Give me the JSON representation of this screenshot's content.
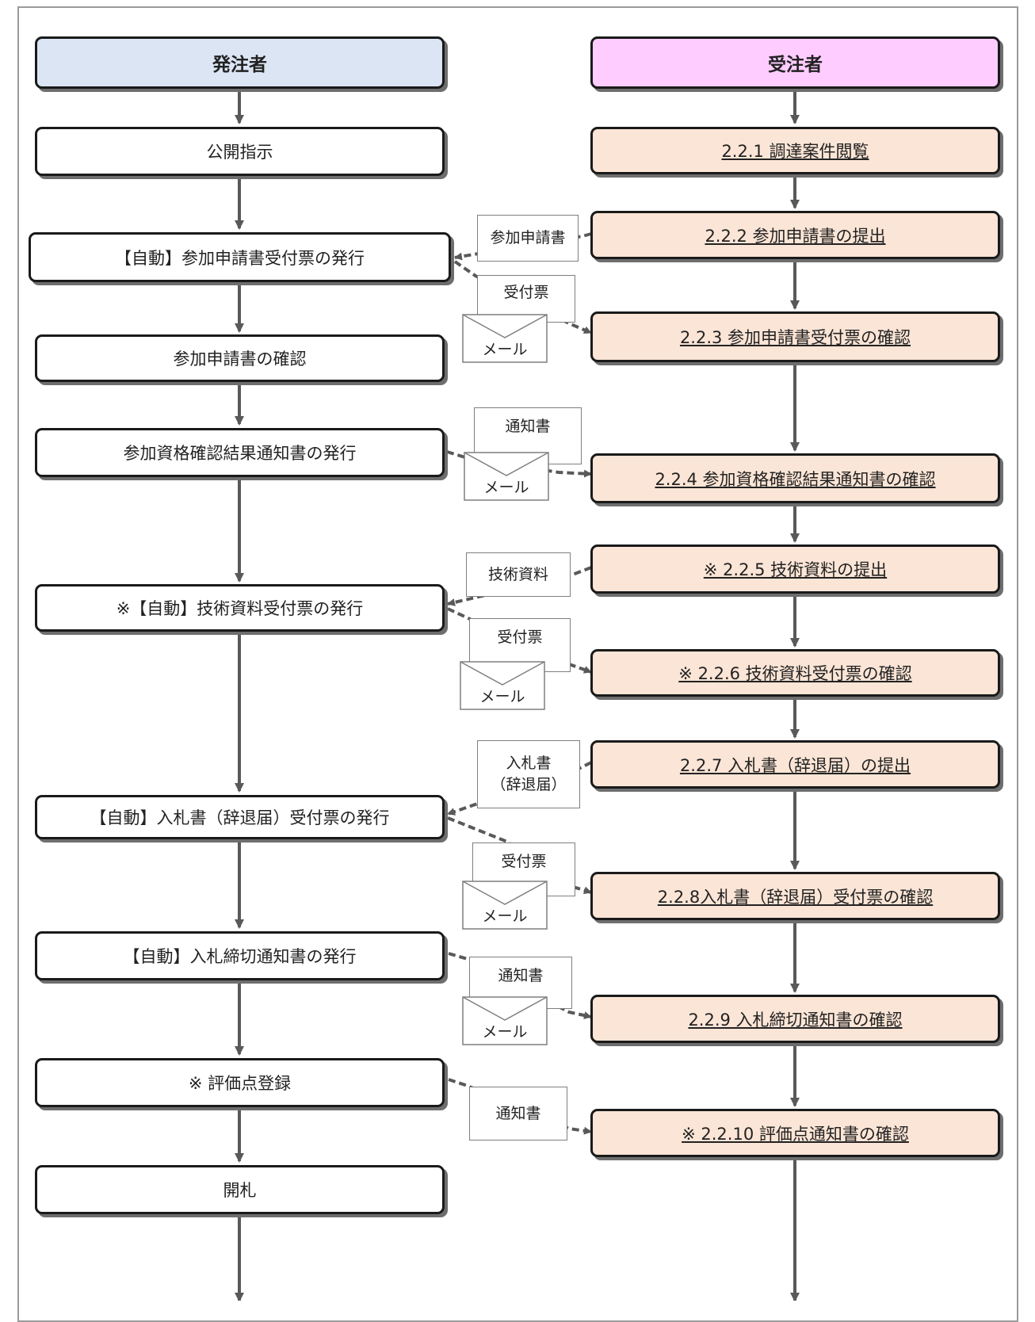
{
  "headers": {
    "left": "発注者",
    "right": "受注者"
  },
  "left_steps": [
    "公開指示",
    "【自動】参加申請書受付票の発行",
    "参加申請書の確認",
    "参加資格確認結果通知書の発行",
    "※【自動】技術資料受付票の発行",
    "【自動】入札書（辞退届）受付票の発行",
    "【自動】入札締切通知書の発行",
    "※ 評価点登録",
    "開札"
  ],
  "right_steps": [
    "2.2.1  調達案件閲覧",
    "2.2.2 参加申請書の提出",
    "2.2.3  参加申請書受付票の確認",
    "2.2.4 参加資格確認結果通知書の確認",
    "※ 2.2.5 技術資料の提出 ",
    "※ 2.2.6 技術資料受付票の確認 ",
    "2.2.7 入札書（辞退届）の提出",
    "2.2.8入札書（辞退届）受付票の確認",
    "2.2.9 入札締切通知書の確認",
    "※ 2.2.10 評価点通知書の確認"
  ],
  "documents": {
    "application": "参加申請書",
    "receipt_1": "受付票",
    "notice_1": "通知書",
    "tech_docs": "技術資料",
    "receipt_2": "受付票",
    "bid_line1": "入札書",
    "bid_line2": "（辞退届）",
    "receipt_3": "受付票",
    "notice_2": "通知書",
    "notice_3": "通知書"
  },
  "mail_label": "メール",
  "colors": {
    "header_left": "#dbe5f3",
    "header_right": "#ffccff",
    "contractor_step": "#fbe5d6",
    "arrow": "#595959",
    "border": "#1a1a1a"
  }
}
